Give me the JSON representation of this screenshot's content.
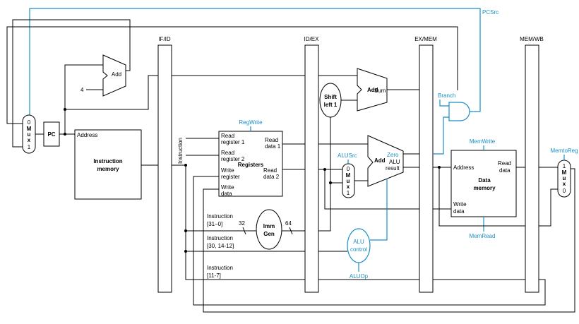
{
  "pipeline_registers": {
    "if_id": "IF/ID",
    "id_ex": "ID/EX",
    "ex_mem": "EX/MEM",
    "mem_wb": "MEM/WB"
  },
  "control_signals": {
    "pcsrc": "PCSrc",
    "regwrite": "RegWrite",
    "alusrc": "ALUSrc",
    "branch": "Branch",
    "memwrite": "MemWrite",
    "memread": "MemRead",
    "memtoreg": "MemtoReg",
    "aluop": "ALUOp"
  },
  "if_stage": {
    "pc": "PC",
    "four": "4",
    "add": "Add",
    "address": "Address",
    "instruction_memory": [
      "Instruction",
      "memory"
    ],
    "mux": [
      "0",
      "M",
      "u",
      "x",
      "1"
    ]
  },
  "id_stage": {
    "instruction_vertical": "Instruction",
    "registers_title": "Registers",
    "read_register_1": "Read",
    "read_register_1b": "register 1",
    "read_register_2": "Read",
    "read_register_2b": "register 2",
    "write_register": "Write",
    "write_register_b": "register",
    "write_data": "Write",
    "write_data_b": "data",
    "read_data_1": "Read",
    "read_data_1b": "data 1",
    "read_data_2": "Read",
    "read_data_2b": "data 2",
    "imm_gen": [
      "Imm",
      "Gen"
    ],
    "width_in": "32",
    "width_out": "64",
    "instr_field_1": [
      "Instruction",
      "[31–0]"
    ],
    "instr_field_2": [
      "Instruction",
      "[30, 14-12]"
    ],
    "instr_field_3": [
      "Instruction",
      "[11-7]"
    ]
  },
  "ex_stage": {
    "shift_left": [
      "Shift",
      "left 1"
    ],
    "add": "Add",
    "sum": "Sum",
    "alu_add": "Add",
    "zero": "Zero",
    "alu_result": [
      "ALU",
      "result"
    ],
    "alu_control": [
      "ALU",
      "control"
    ],
    "mux": [
      "0",
      "M",
      "u",
      "x",
      "1"
    ]
  },
  "mem_stage": {
    "address": "Address",
    "data_memory": [
      "Data",
      "memory"
    ],
    "read_data": [
      "Read",
      "data"
    ],
    "write_data": [
      "Write",
      "data"
    ]
  },
  "wb_stage": {
    "mux": [
      "1",
      "M",
      "u",
      "x",
      "0"
    ]
  },
  "colors": {
    "control": "#1a8ec4",
    "datapath": "#000000"
  }
}
